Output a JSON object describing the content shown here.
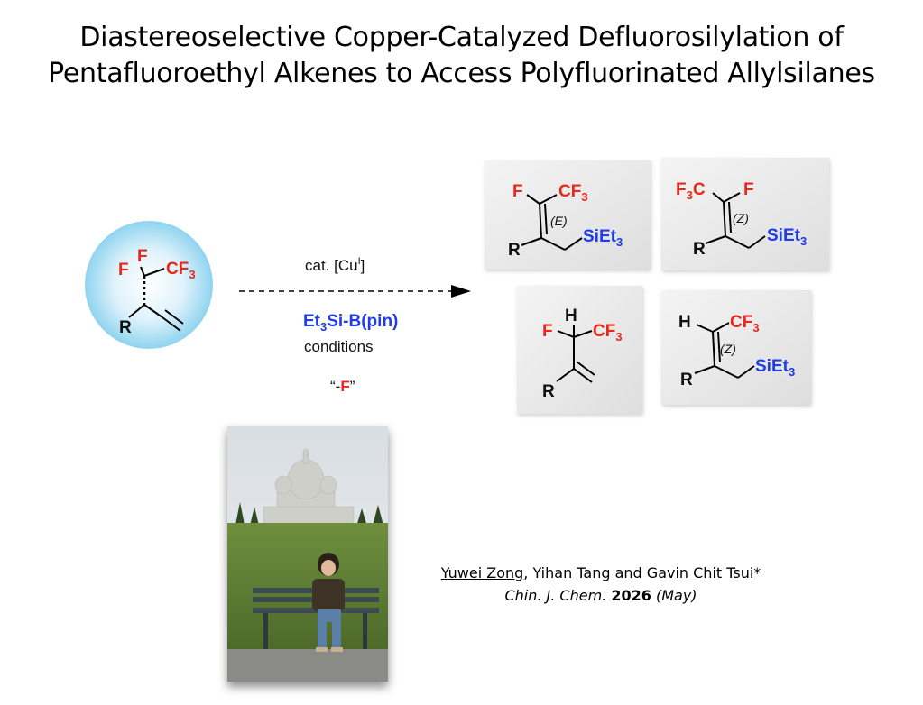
{
  "title": {
    "line1": "Diastereoselective Copper-Catalyzed Defluorosilylation of",
    "line2": "Pentafluoroethyl Alkenes to Access Polyfluorinated Allylsilanes"
  },
  "atoms": {
    "F": "F",
    "H": "H",
    "R": "R",
    "CF": "CF",
    "C": "C",
    "three": "3",
    "SiEt": "SiEt"
  },
  "reaction": {
    "catalyst_prefix": "cat. [Cu",
    "catalyst_sup": "I",
    "catalyst_suffix": "]",
    "reagent_a": "Et",
    "reagent_sub": "3",
    "reagent_b": "Si-B(pin)",
    "conditions": "conditions",
    "loss_open": "“-",
    "loss_atom": "F",
    "loss_close": "”"
  },
  "stereo": {
    "E": "E",
    "Z": "Z"
  },
  "credit": {
    "first_author": "Yuwei Zong",
    "other_authors": ", Yihan Tang and Gavin Chit Tsui*",
    "journal": "Chin. J. Chem.",
    "year": "2026",
    "month": "(May)"
  },
  "colors": {
    "fluorine": "#e8281c",
    "silicon": "#1f3ce6",
    "substrate_circle": "#8fd4f0"
  }
}
